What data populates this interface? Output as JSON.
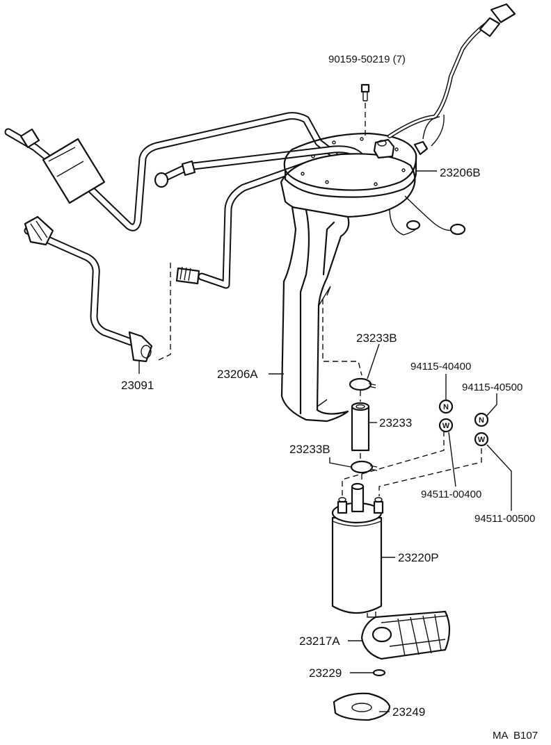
{
  "diagram": {
    "parts": {
      "bolt_90159": "90159-50219 (7)",
      "bracket_23206b": "23206B",
      "tube_23091": "23091",
      "bracket_23206a": "23206A",
      "clamp_upper_23233b": "23233B",
      "hose_23233": "23233",
      "clamp_lower_23233b": "23233B",
      "nut_94115_40400": "94115-40400",
      "nut_94115_40500": "94115-40500",
      "washer_94511_00400": "94511-00400",
      "washer_94511_00500": "94511-00500",
      "pump_23220p": "23220P",
      "filter_23217a": "23217A",
      "ring_23229": "23229",
      "cushion_23249": "23249"
    },
    "glyphs": {
      "nut": "N",
      "washer": "W"
    },
    "footer_code": "MA  B107"
  }
}
